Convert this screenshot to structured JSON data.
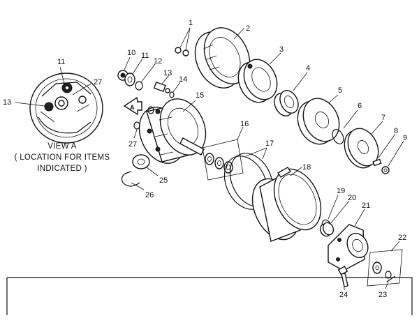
{
  "view_caption": [
    "VIEW A",
    "( LOCATION FOR ITEMS",
    "INDICATED )"
  ],
  "view_marker": "A",
  "callouts": [
    "1",
    "2",
    "3",
    "4",
    "5",
    "6",
    "7",
    "8",
    "9",
    "10",
    "11",
    "12",
    "13",
    "14",
    "15",
    "16",
    "17",
    "18",
    "19",
    "20",
    "21",
    "22",
    "23",
    "24",
    "25",
    "26",
    "27"
  ],
  "view_callouts": [
    "11",
    "27",
    "13"
  ]
}
